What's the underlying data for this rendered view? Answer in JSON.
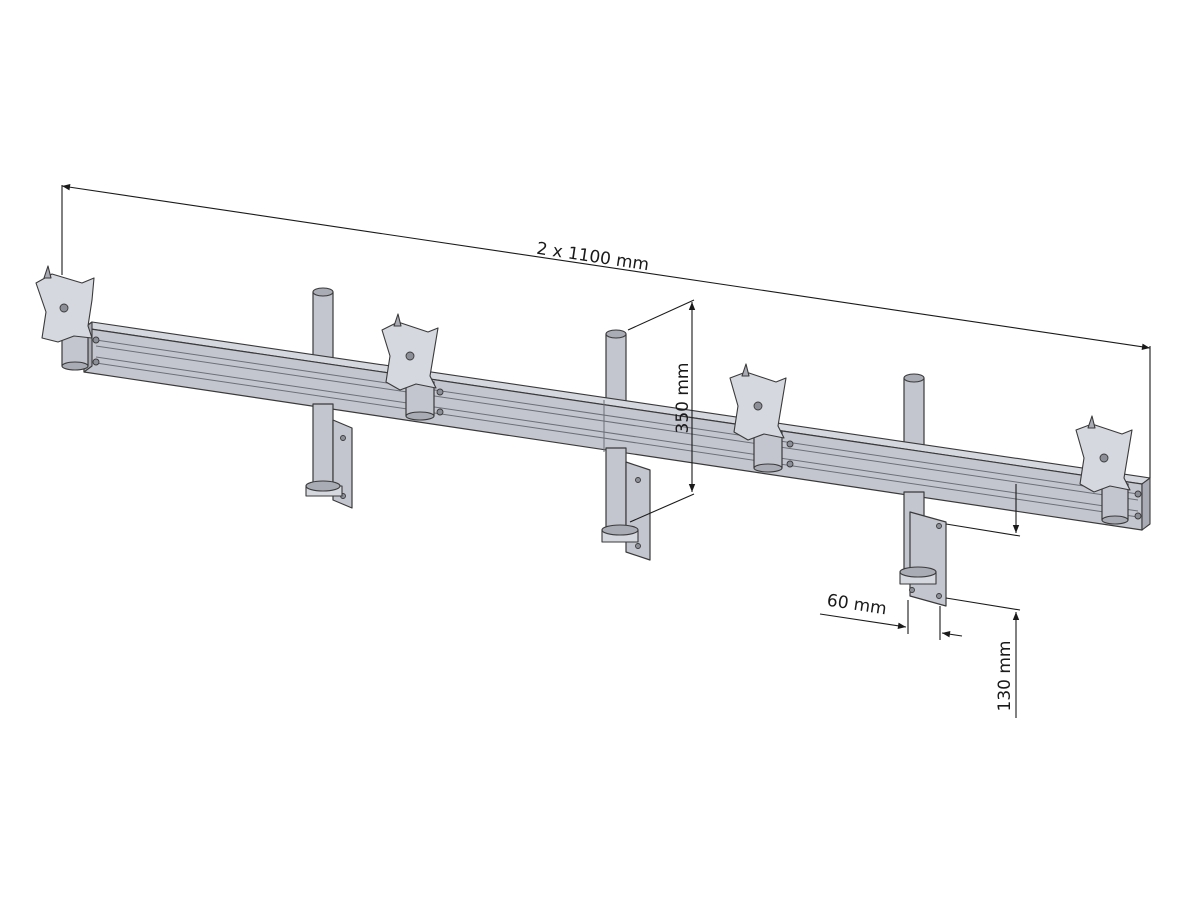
{
  "drawing": {
    "colors": {
      "metal": "#c4c6cf",
      "outline": "#3a3a3a",
      "dimension": "#1a1a1a",
      "background": "#ffffff"
    },
    "dimensions": {
      "overall_length": "2 x 1100 mm",
      "pole_height": "350 mm",
      "plate_width": "60 mm",
      "plate_height": "130 mm"
    }
  }
}
